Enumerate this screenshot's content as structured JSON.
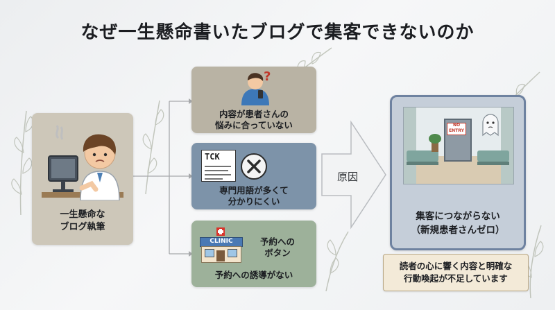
{
  "title": "なぜ一生懸命書いたブログで集客できないのか",
  "source": {
    "label_line1": "一生懸命な",
    "label_line2": "ブログ執筆"
  },
  "causes": [
    {
      "line1": "内容が患者さんの",
      "line2": "悩みに合っていない"
    },
    {
      "line1": "専門用語が多くて",
      "line2": "分かりにくい",
      "doc_text": "TCK"
    },
    {
      "line1": "予約への",
      "line2": "ボタン",
      "line3": "予約への誘導がない",
      "clinic_sign": "CLINIC"
    }
  ],
  "arrow_label": "原因",
  "result": {
    "line1": "集客につながらない",
    "line2": "（新規患者さんゼロ）",
    "door_sign_line1": "NO",
    "door_sign_line2": "ENTRY"
  },
  "note": {
    "line1": "読者の心に響く内容と明確な",
    "line2": "行動喚起が不足しています"
  },
  "colors": {
    "source_card": "#cdc7b9",
    "cause1": "#b9b3a4",
    "cause2": "#7d93a9",
    "cause3": "#9db19a",
    "result_border": "#6e82a0"
  }
}
